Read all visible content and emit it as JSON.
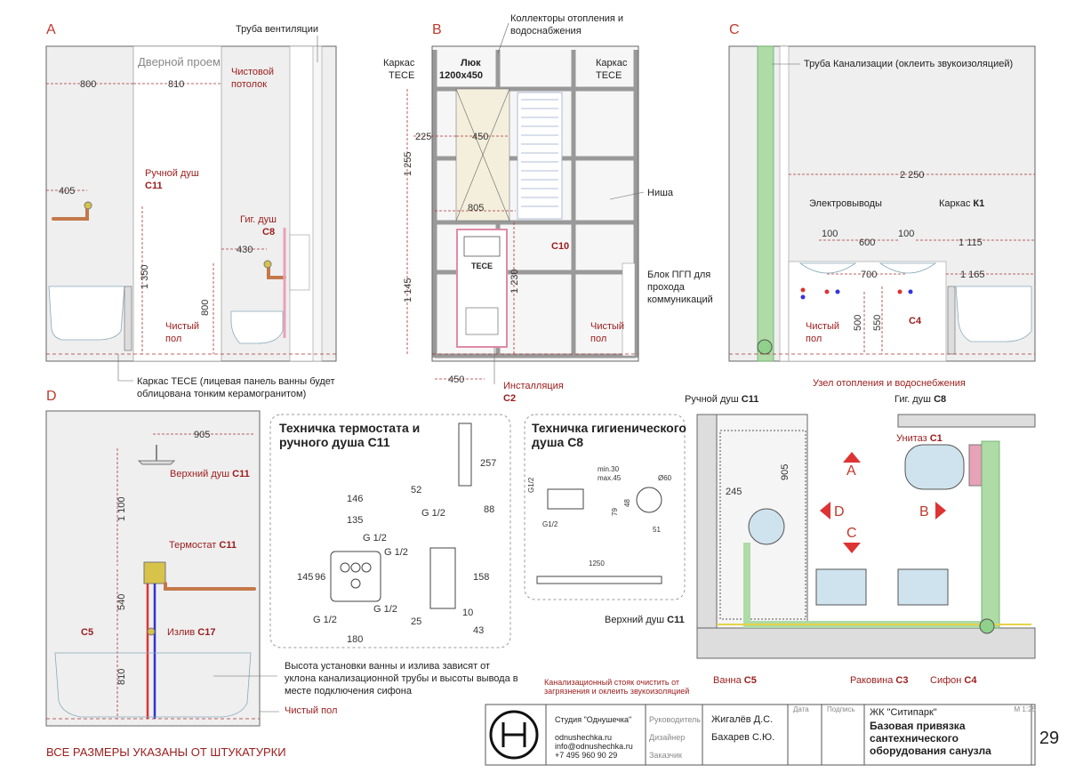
{
  "panels": {
    "a": {
      "letter": "A",
      "door": "Дверной проем",
      "vent": "Труба вентиляции",
      "ceiling1": "Чистовой",
      "ceiling2": "потолок",
      "dims": {
        "d800": "800",
        "d810": "810",
        "d405": "405",
        "d1350": "1 350",
        "d430": "430",
        "d800b": "800"
      },
      "shower1": "Ручной душ",
      "shower2": "С11",
      "hyg1": "Гиг. душ",
      "hyg2": "С8",
      "floor1": "Чистый",
      "floor2": "пол",
      "note1": "Каркас TECE (лицевая панель ванны будет",
      "note2": "облицована тонким керамогранитом)"
    },
    "b": {
      "letter": "B",
      "coll1": "Коллекторы отопления и",
      "coll2": "водоснабжения",
      "frameL1": "Каркас",
      "frameL2": "TECE",
      "hatch1": "Люк",
      "hatch2": "1200х450",
      "frameR1": "Каркас",
      "frameR2": "TECE",
      "dims": {
        "d225": "225",
        "d450": "450",
        "d1255": "1 255",
        "d805": "805",
        "d1145": "1 145",
        "d1230": "1 230",
        "d450b": "450"
      },
      "niche": "Ниша",
      "c10": "С10",
      "block1": "Блок ПГП для",
      "block2": "прохода",
      "block3": "коммуникаций",
      "floor1": "Чистый",
      "floor2": "пол",
      "inst1": "Инсталляция",
      "inst2": "С2",
      "tece": "TECE"
    },
    "c": {
      "letter": "C",
      "sewer": "Труба Канализации (оклеить звукоизоляцией)",
      "dims": {
        "d2250": "2 250",
        "d100a": "100",
        "d600": "600",
        "d100b": "100",
        "d1115": "1 115",
        "d700": "700",
        "d1165": "1 165",
        "d500": "500",
        "d550": "550"
      },
      "elec": "Электровыводы",
      "frame1": "Каркас ",
      "frame2": "К1",
      "floor1": "Чистый",
      "floor2": "пол",
      "c4": "С4"
    },
    "d": {
      "letter": "D",
      "d905": "905",
      "top1": "Верхний душ ",
      "top2": "С11",
      "d1100": "1 100",
      "thermo1": "Термостат ",
      "thermo2": "С11",
      "d540": "540",
      "c5": "С5",
      "spout1": "Излив ",
      "spout2": "С17",
      "d810": "810",
      "note1": "Высота установки ванны и излива зависят от",
      "note2": "уклона канализационной трубы и высоты вывода в",
      "note3": "месте подключения сифона",
      "floor": "Чистый пол",
      "allsizes": "ВСЕ РАЗМЕРЫ УКАЗАНЫ ОТ ШТУКАТУРКИ"
    }
  },
  "tech1": {
    "title1": "Техничка термостата и",
    "title2": "ручного душа С11",
    "dims": {
      "d257": "257",
      "d52": "52",
      "d88": "88",
      "d146": "146",
      "d135": "135",
      "g1": "G 1/2",
      "g2": "G 1/2",
      "d145": "145",
      "d96": "96",
      "d158": "158",
      "g3": "G 1/2",
      "g4": "G 1/2",
      "d180": "180",
      "d25": "25",
      "d10": "10",
      "d43": "43",
      "g5": "G 1/2"
    }
  },
  "tech2": {
    "title1": "Техничка гигиенического",
    "title2": "душа С8",
    "dims": {
      "g12": "G1/2",
      "min": "min.30",
      "max": "max.45",
      "g12b": "G1/2",
      "d79": "79",
      "d48": "48",
      "d60": "Ø60",
      "d51": "51",
      "d1250": "1250"
    }
  },
  "plan": {
    "hand1": "Ручной душ ",
    "hand2": "С11",
    "hyg1": "Гиг. душ ",
    "hyg2": "С8",
    "node": "Узел отопления и водоснебжения",
    "wc1": "Унитаз ",
    "wc2": "С1",
    "d245": "245",
    "d905": "905",
    "arrows": {
      "a": "A",
      "b": "B",
      "c": "C",
      "d": "D"
    },
    "top1": "Верхний душ ",
    "top2": "С11",
    "bath1": "Ванна ",
    "bath2": "С5",
    "sink1": "Раковина ",
    "sink2": "С3",
    "siphon1": "Сифон ",
    "siphon2": "С4",
    "sewer1": "Канализационный стояк очистить от",
    "sewer2": "загрязнения и оклеить звукоизоляцией"
  },
  "titleblock": {
    "studio": "Студия \"Однушечка\"",
    "site": "odnushechka.ru",
    "email": "info@odnushechka.ru",
    "phone": "+7 495 960 90 29",
    "lead": "Руководитель",
    "designer": "Дизайнер",
    "client": "Заказчик",
    "name1": "Жигалёв Д.С.",
    "name2": "Бахарев С.Ю.",
    "date": "Дата",
    "sign": "Подпись",
    "project": "ЖК \"Ситипарк\"",
    "scale": "М 1:25",
    "title1": "Базовая привязка",
    "title2": "сантехнического",
    "title3": "оборудования санузла",
    "page": "29"
  },
  "colors": {
    "accent": "#c0392b",
    "dim": "#a33333",
    "pipe": "#c4794b",
    "green": "#8fd08a",
    "pink": "#e8a2b8"
  }
}
